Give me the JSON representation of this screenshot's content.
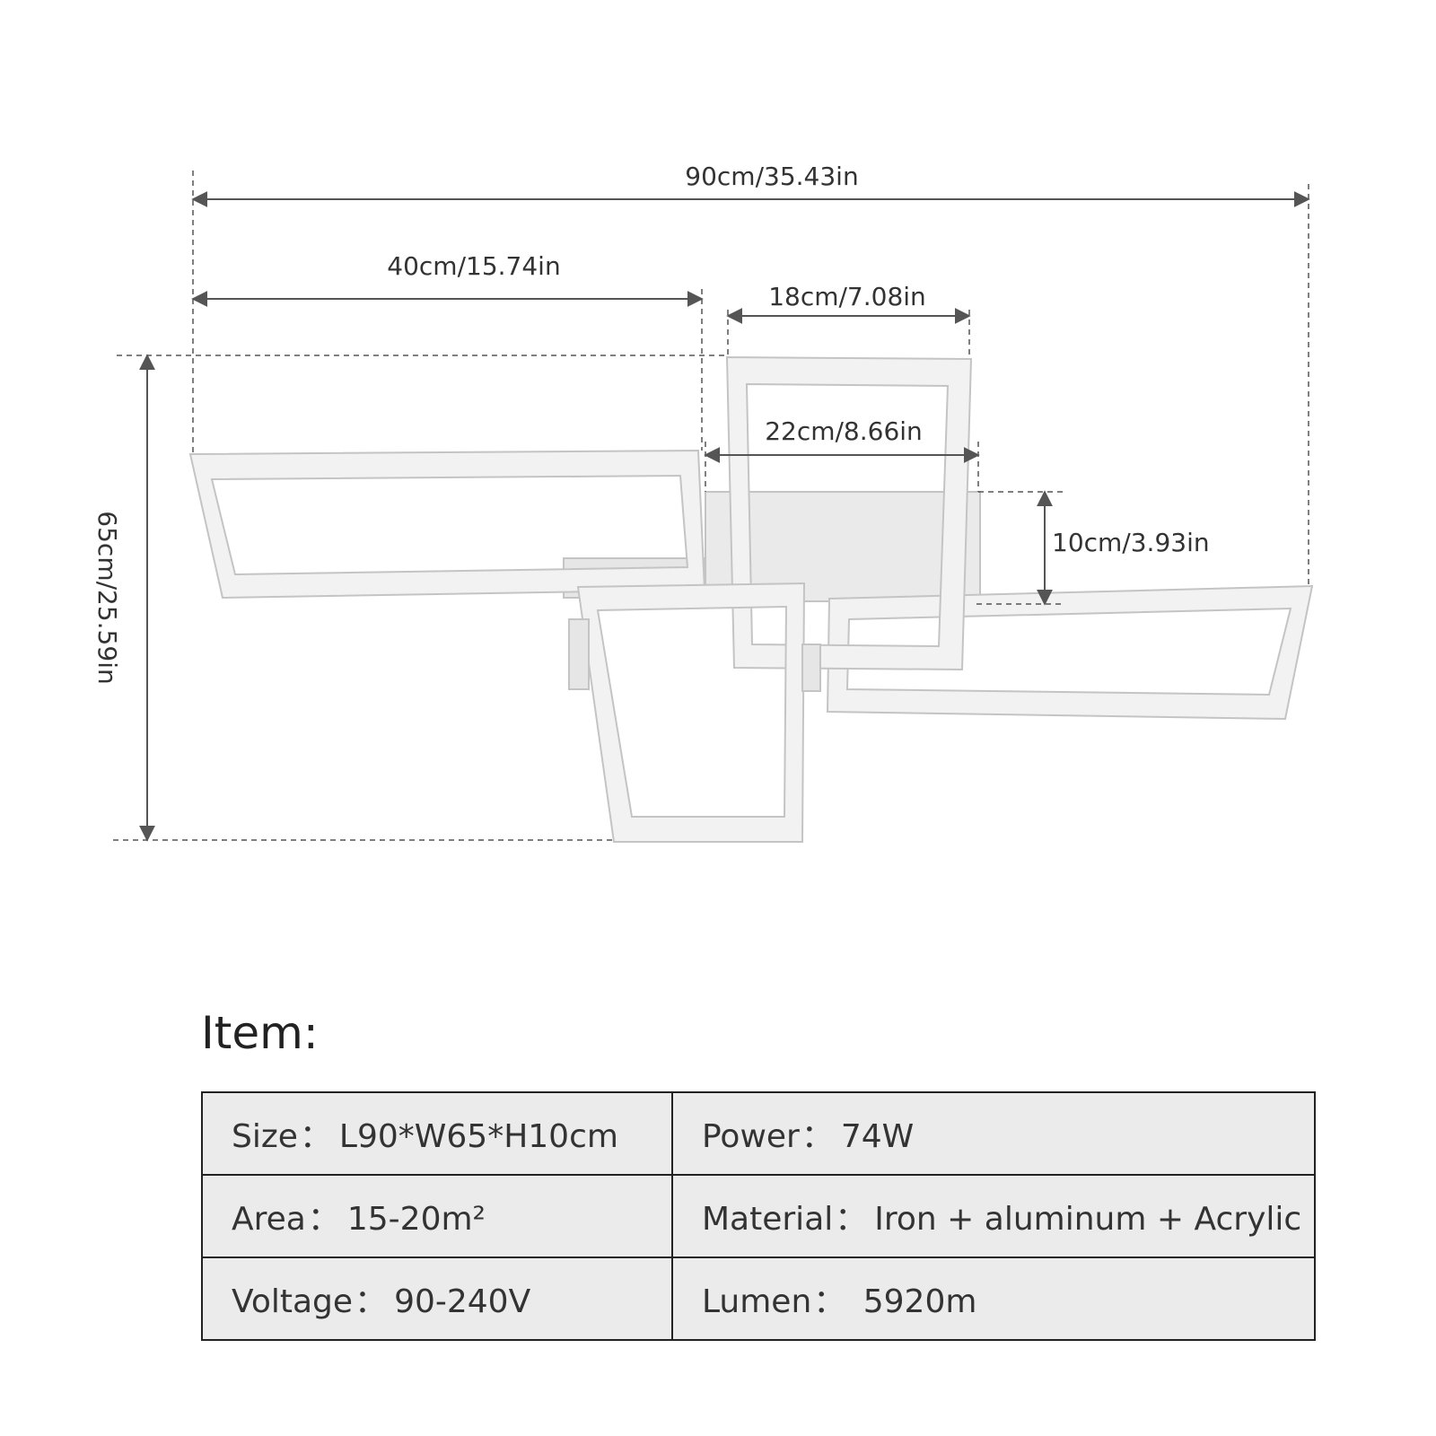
{
  "dimensions": {
    "total_length": "90cm/35.43in",
    "left_arm": "40cm/15.74in",
    "top_frame": "18cm/7.08in",
    "center_body": "22cm/8.66in",
    "height": "10cm/3.93in",
    "width": "65cm/25.59in"
  },
  "item_title": "Item:",
  "specs": [
    [
      {
        "key": "Size",
        "value": "L90*W65*H10cm"
      },
      {
        "key": "Power",
        "value": "74W"
      }
    ],
    [
      {
        "key": "Area",
        "value": "15-20m²"
      },
      {
        "key": "Material",
        "value": "Iron + aluminum + Acrylic"
      }
    ],
    [
      {
        "key": "Voltage",
        "value": "90-240V"
      },
      {
        "key": "Lumen",
        "value": " 5920m"
      }
    ]
  ],
  "separator": "：",
  "colors": {
    "fixture": "#f2f2f2",
    "fixture_shadow": "#c9c9c9",
    "dimension_line": "#555555",
    "table_fill": "#ebebeb"
  }
}
